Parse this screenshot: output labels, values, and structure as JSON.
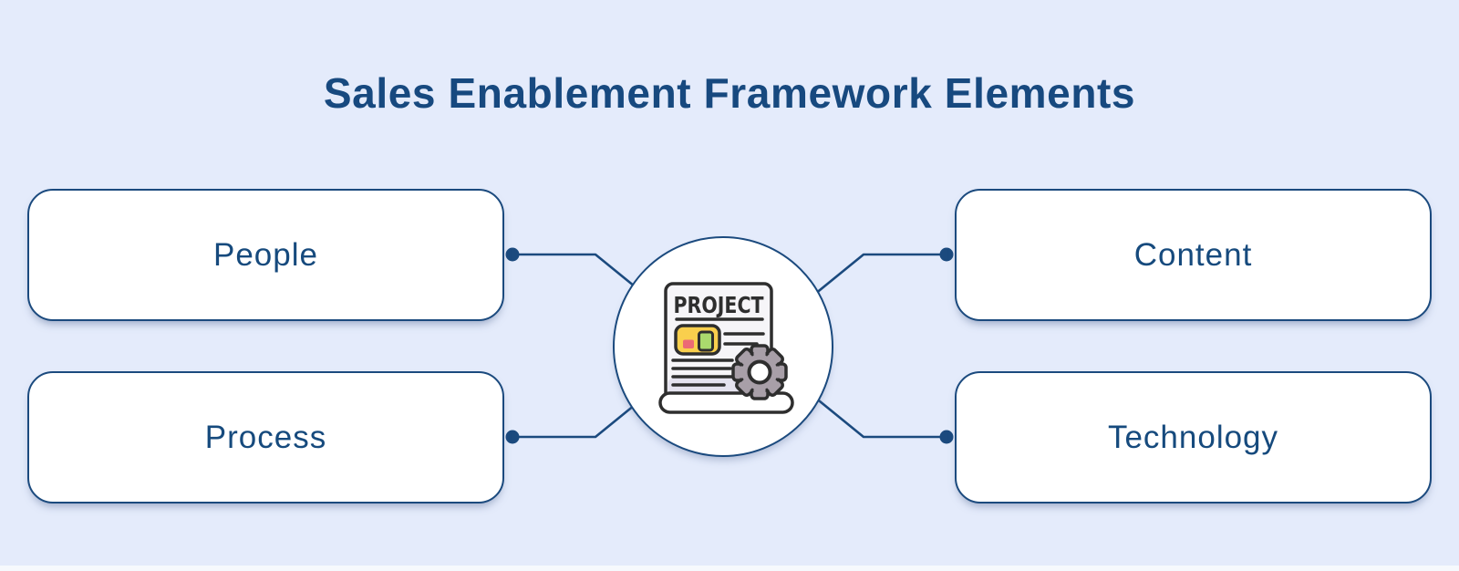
{
  "title": "Sales Enablement Framework Elements",
  "diagram": {
    "center": {
      "name": "project-document-with-gear",
      "icon_label": "PROJECT"
    },
    "nodes": [
      {
        "id": "people",
        "label": "People",
        "position": "top-left",
        "connects_to": "center"
      },
      {
        "id": "process",
        "label": "Process",
        "position": "bottom-left",
        "connects_to": "center"
      },
      {
        "id": "content",
        "label": "Content",
        "position": "top-right",
        "connects_to": "center"
      },
      {
        "id": "technology",
        "label": "Technology",
        "position": "bottom-right",
        "connects_to": "center"
      }
    ]
  },
  "colors": {
    "background": "#e4ebfb",
    "accent": "#1b4a7e",
    "title_text": "#17497f",
    "node_text": "#164a7d",
    "node_fill": "#ffffff",
    "icon_outline": "#2e2e2e",
    "icon_paper": "#f6f5f8",
    "icon_fold": "#e4e2ee",
    "icon_yellow": "#f9cf4d",
    "icon_red": "#ec6a75",
    "icon_green": "#aada6d",
    "icon_gear": "#a89fa8"
  }
}
